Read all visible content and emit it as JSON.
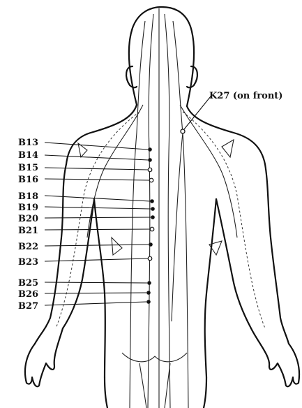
{
  "labels": {
    "k27": "K27 (on front)",
    "points": [
      "B13",
      "B14",
      "B15",
      "B16",
      "B18",
      "B19",
      "B20",
      "B21",
      "B22",
      "B23",
      "B25",
      "B26",
      "B27"
    ]
  },
  "colors": {
    "ink": "#111111",
    "background": "#ffffff"
  }
}
